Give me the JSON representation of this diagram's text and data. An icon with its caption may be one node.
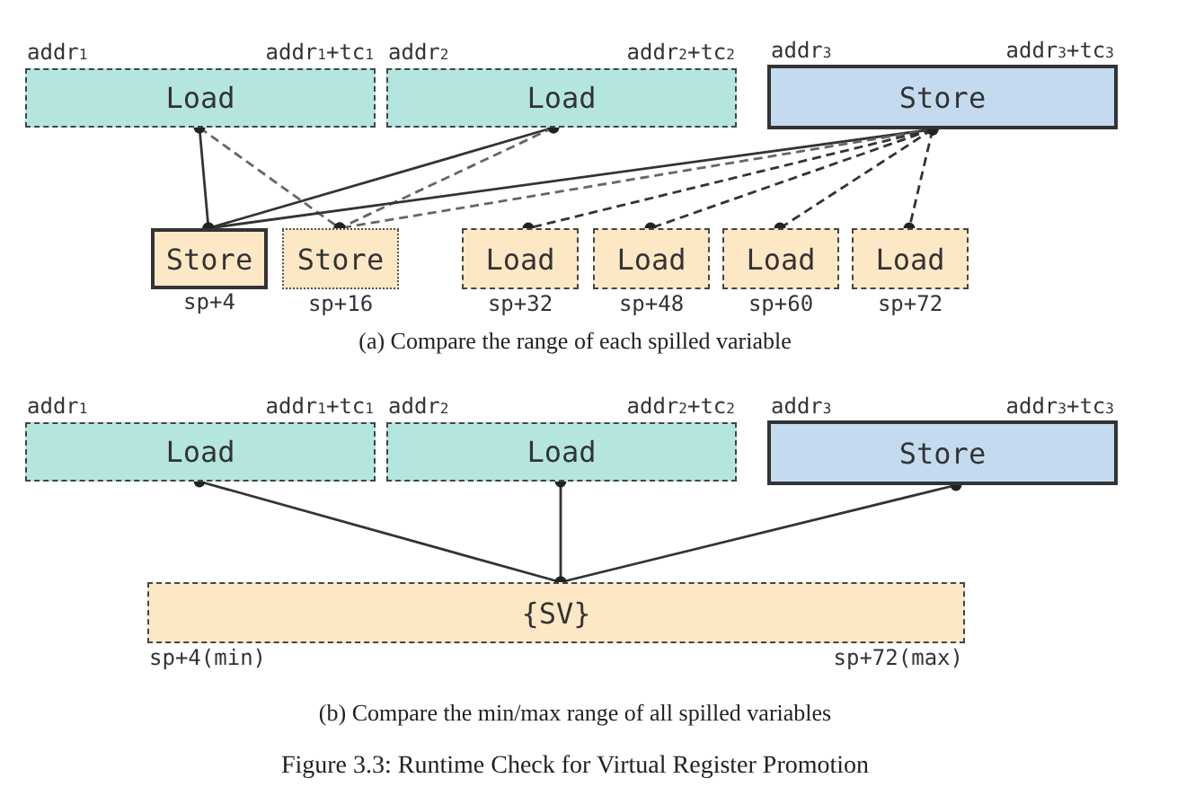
{
  "diagram": {
    "caption": "Figure 3.3: Runtime Check for Virtual Register Promotion",
    "nodes": [
      {
        "text": [
          "addr$_{1}$",
          "addr$_{1}$+tc$_{1}$",
          "Load"
        ]
      },
      {
        "text": [
          "addr$_{2}$",
          "addr$_{2}$+tc$_{2}$",
          "Load"
        ]
      },
      {
        "text": [
          "addr$_{3}$",
          "addr$_{3}$+tc$_{3}$",
          "Store"
        ]
      },
      {
        "text": [
          "Store"
        ],
        "beside": [
          "sp+4"
        ]
      },
      {
        "text": [
          "Store"
        ],
        "beside": [
          "sp+16"
        ]
      },
      {
        "text": [
          "Load"
        ],
        "beside": [
          "sp+32"
        ]
      },
      {
        "text": [
          "Load"
        ],
        "beside": [
          "sp+48"
        ]
      },
      {
        "text": [
          "Load"
        ],
        "beside": [
          "sp+60"
        ]
      },
      {
        "text": [
          "Load"
        ],
        "beside": [
          "sp+72"
        ]
      },
      {
        "text": [
          "addr$_{1}$",
          "addr$_{1}$+tc$_{1}$",
          "Load"
        ]
      },
      {
        "text": [
          "addr$_{2}$",
          "addr$_{2}$+tc$_{2}$",
          "Load"
        ]
      },
      {
        "text": [
          "addr$_{3}$",
          "addr$_{3}$+tc$_{3}$",
          "Store"
        ]
      },
      {
        "text": [
          "{SV}"
        ],
        "beside": [
          "sp+4(min)",
          "sp+72(max)"
        ]
      }
    ],
    "edges": [
      {
        "from": 0,
        "to": 3,
        "arrow": "other"
      },
      {
        "from": 0,
        "to": 4,
        "arrow": "other",
        "style": "dashed",
        "color": "#666666"
      },
      {
        "from": 1,
        "to": 3,
        "arrow": "other"
      },
      {
        "from": 1,
        "to": 4,
        "arrow": "other",
        "style": "dashed",
        "color": "#666666"
      },
      {
        "from": 2,
        "to": 3,
        "arrow": "other"
      },
      {
        "from": 2,
        "to": 4,
        "arrow": "other",
        "style": "dashed",
        "color": "#666666"
      },
      {
        "from": 2,
        "to": 5,
        "arrow": "other",
        "style": "dashed"
      },
      {
        "from": 2,
        "to": 6,
        "arrow": "other",
        "style": "dashed"
      },
      {
        "from": 2,
        "to": 7,
        "arrow": "other",
        "style": "dashed"
      },
      {
        "from": 2,
        "to": 8,
        "arrow": "other",
        "style": "dashed"
      },
      {
        "from": 9,
        "to": 12,
        "arrow": "other"
      },
      {
        "from": 10,
        "to": 12,
        "arrow": "other"
      },
      {
        "from": 11,
        "to": 12,
        "arrow": "other"
      }
    ],
    "labels": [
      "(a) Compare the range of each spilled variable",
      "(b) Compare the min/max range of all spilled variables"
    ]
  }
}
